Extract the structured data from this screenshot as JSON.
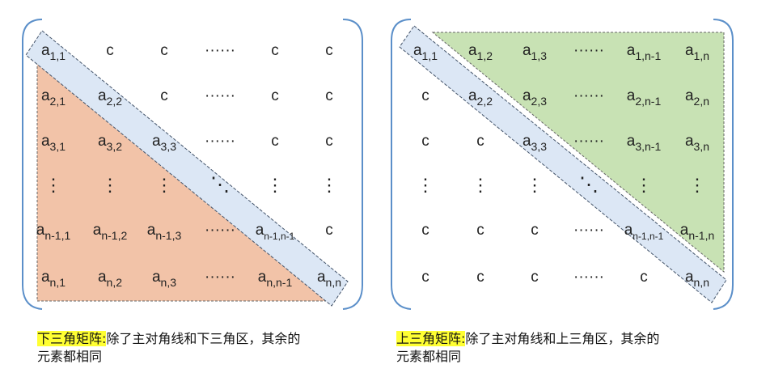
{
  "colors": {
    "lower_fill": "#f2c3a8",
    "upper_fill": "#c8e2b4",
    "diag_fill": "#dce7f5",
    "bracket": "#5b8fc9",
    "highlight": "#ffff33"
  },
  "left_panel": {
    "rows": [
      [
        {
          "b": "a",
          "s": "1,1"
        },
        {
          "b": "c",
          "s": ""
        },
        {
          "b": "c",
          "s": ""
        },
        {
          "b": "······",
          "s": ""
        },
        {
          "b": "c",
          "s": ""
        },
        {
          "b": "c",
          "s": ""
        }
      ],
      [
        {
          "b": "a",
          "s": "2,1"
        },
        {
          "b": "a",
          "s": "2,2"
        },
        {
          "b": "c",
          "s": ""
        },
        {
          "b": "······",
          "s": ""
        },
        {
          "b": "c",
          "s": ""
        },
        {
          "b": "c",
          "s": ""
        }
      ],
      [
        {
          "b": "a",
          "s": "3,1"
        },
        {
          "b": "a",
          "s": "3,2"
        },
        {
          "b": "a",
          "s": "3,3"
        },
        {
          "b": "······",
          "s": ""
        },
        {
          "b": "c",
          "s": ""
        },
        {
          "b": "c",
          "s": ""
        }
      ],
      [
        {
          "b": "⋮",
          "s": ""
        },
        {
          "b": "⋮",
          "s": ""
        },
        {
          "b": "⋮",
          "s": ""
        },
        {
          "b": "⋱",
          "s": ""
        },
        {
          "b": "⋮",
          "s": ""
        },
        {
          "b": "⋮",
          "s": ""
        }
      ],
      [
        {
          "b": "a",
          "s": "n-1,1"
        },
        {
          "b": "a",
          "s": "n-1,2"
        },
        {
          "b": "a",
          "s": "n-1,3"
        },
        {
          "b": "······",
          "s": ""
        },
        {
          "b": "a",
          "s": "n-1,n-1"
        },
        {
          "b": "c",
          "s": ""
        }
      ],
      [
        {
          "b": "a",
          "s": "n,1"
        },
        {
          "b": "a",
          "s": "n,2"
        },
        {
          "b": "a",
          "s": "n,3"
        },
        {
          "b": "······",
          "s": ""
        },
        {
          "b": "a",
          "s": "n,n-1"
        },
        {
          "b": "a",
          "s": "n,n"
        }
      ]
    ],
    "caption_highlight": "下三角矩阵:",
    "caption_rest": "除了主对角线和下三角区，其余的",
    "caption_line2": "元素都相同"
  },
  "right_panel": {
    "rows": [
      [
        {
          "b": "a",
          "s": "1,1"
        },
        {
          "b": "a",
          "s": "1,2"
        },
        {
          "b": "a",
          "s": "1,3"
        },
        {
          "b": "······",
          "s": ""
        },
        {
          "b": "a",
          "s": "1,n-1"
        },
        {
          "b": "a",
          "s": "1,n"
        }
      ],
      [
        {
          "b": "c",
          "s": ""
        },
        {
          "b": "a",
          "s": "2,2"
        },
        {
          "b": "a",
          "s": "2,3"
        },
        {
          "b": "······",
          "s": ""
        },
        {
          "b": "a",
          "s": "2,n-1"
        },
        {
          "b": "a",
          "s": "2,n"
        }
      ],
      [
        {
          "b": "c",
          "s": ""
        },
        {
          "b": "c",
          "s": ""
        },
        {
          "b": "a",
          "s": "3,3"
        },
        {
          "b": "······",
          "s": ""
        },
        {
          "b": "a",
          "s": "3,n-1"
        },
        {
          "b": "a",
          "s": "3,n"
        }
      ],
      [
        {
          "b": "⋮",
          "s": ""
        },
        {
          "b": "⋮",
          "s": ""
        },
        {
          "b": "⋮",
          "s": ""
        },
        {
          "b": "⋱",
          "s": ""
        },
        {
          "b": "⋮",
          "s": ""
        },
        {
          "b": "⋮",
          "s": ""
        }
      ],
      [
        {
          "b": "c",
          "s": ""
        },
        {
          "b": "c",
          "s": ""
        },
        {
          "b": "c",
          "s": ""
        },
        {
          "b": "······",
          "s": ""
        },
        {
          "b": "a",
          "s": "n-1,n-1"
        },
        {
          "b": "a",
          "s": "n-1,n"
        }
      ],
      [
        {
          "b": "c",
          "s": ""
        },
        {
          "b": "c",
          "s": ""
        },
        {
          "b": "c",
          "s": ""
        },
        {
          "b": "······",
          "s": ""
        },
        {
          "b": "c",
          "s": ""
        },
        {
          "b": "a",
          "s": "n,n"
        }
      ]
    ],
    "caption_highlight": "上三角矩阵:",
    "caption_rest": "除了主对角线和上三角区，其余的",
    "caption_line2": "元素都相同"
  }
}
